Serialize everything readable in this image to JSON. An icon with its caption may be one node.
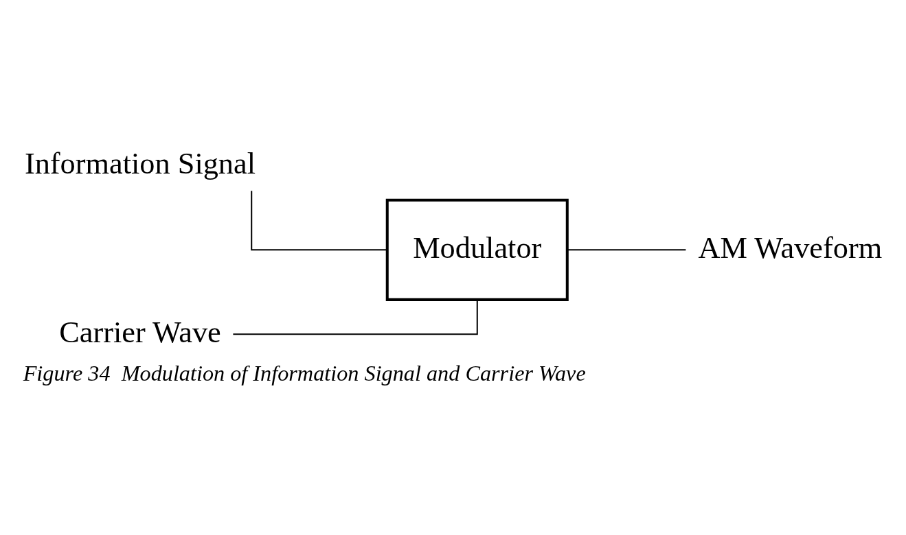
{
  "diagram": {
    "caption": "Figure 34  Modulation of Information Signal and Carrier Wave",
    "nodes": [
      {
        "text": [
          "Information Signal"
        ]
      },
      {
        "text": [
          "Modulator"
        ]
      },
      {
        "text": [
          "Carrier Wave"
        ]
      },
      {
        "text": [
          "AM Waveform"
        ]
      }
    ],
    "edges": [
      {
        "from": 0,
        "to": 1,
        "arrow": "none"
      },
      {
        "from": 2,
        "to": 1,
        "arrow": "none"
      },
      {
        "from": 1,
        "to": 3,
        "arrow": "none"
      }
    ]
  }
}
